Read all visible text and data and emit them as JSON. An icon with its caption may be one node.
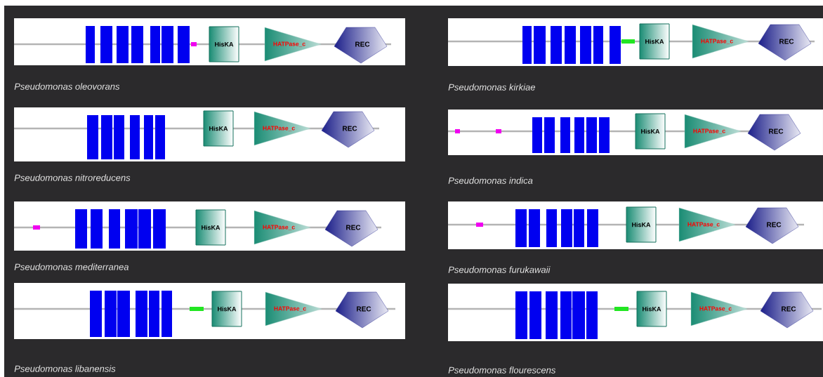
{
  "diagram": {
    "nodes": [
      {
        "text": [],
        "shape": "box",
        "beside": [
          "Pseudomonas oleovorans"
        ]
      },
      {
        "text": [
          "HisKA"
        ],
        "in": 0
      },
      {
        "text": [
          "HATPase_c"
        ],
        "in": 0
      },
      {
        "text": [
          "REC"
        ],
        "in": 0
      },
      {
        "text": [],
        "shape": "box",
        "beside": [
          "Pseudomonas kirkiae"
        ]
      },
      {
        "text": [
          "HisKA"
        ],
        "in": 4
      },
      {
        "text": [
          "HATPase_c"
        ],
        "in": 4
      },
      {
        "text": [
          "REC"
        ],
        "in": 4
      },
      {
        "text": [],
        "shape": "box",
        "beside": [
          "Pseudomonas nitroreducens"
        ]
      },
      {
        "text": [
          "HisKA"
        ],
        "in": 8
      },
      {
        "text": [
          "HATPase_c"
        ],
        "in": 8
      },
      {
        "text": [
          "REC"
        ],
        "in": 8
      },
      {
        "text": [],
        "shape": "box",
        "beside": [
          "Pseudomonas indica"
        ]
      },
      {
        "text": [
          "HisKA"
        ],
        "in": 12
      },
      {
        "text": [
          "HATPase_c"
        ],
        "in": 12
      },
      {
        "text": [
          "REC"
        ],
        "in": 12
      },
      {
        "text": [],
        "shape": "box",
        "beside": [
          "Pseudomonas mediterranea"
        ]
      },
      {
        "text": [
          "HisKA"
        ],
        "in": 16
      },
      {
        "text": [
          "HATPase_c"
        ],
        "in": 16
      },
      {
        "text": [
          "REC"
        ],
        "in": 16
      },
      {
        "text": [],
        "shape": "box",
        "beside": [
          "Pseudomonas furukawaii"
        ]
      },
      {
        "text": [
          "HisKA"
        ],
        "in": 20
      },
      {
        "text": [
          "HATPase_c"
        ],
        "in": 20
      },
      {
        "text": [
          "REC"
        ],
        "in": 20
      },
      {
        "text": [],
        "shape": "box",
        "beside": [
          "Pseudomonas libanensis"
        ]
      },
      {
        "text": [
          "HisKA"
        ],
        "in": 24
      },
      {
        "text": [
          "HATPase_c"
        ],
        "in": 24
      },
      {
        "text": [
          "REC"
        ],
        "in": 24
      },
      {
        "text": [],
        "shape": "box",
        "beside": [
          "Pseudomonas flourescens"
        ]
      },
      {
        "text": [
          "HisKA"
        ],
        "in": 28
      },
      {
        "text": [
          "HATPase_c"
        ],
        "in": 28
      },
      {
        "text": [
          "REC"
        ],
        "in": 28
      }
    ]
  }
}
